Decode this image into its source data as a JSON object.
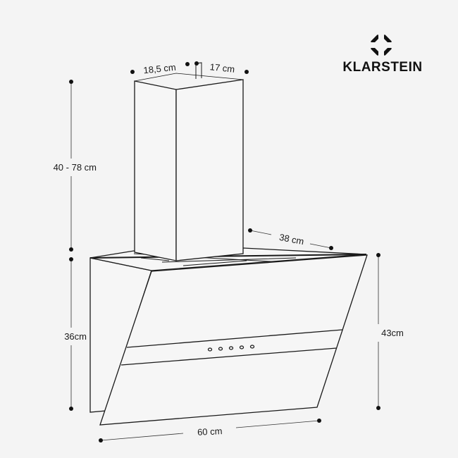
{
  "brand": {
    "name": "KLARSTEIN"
  },
  "dimensions": {
    "chimney_height": "40 - 78 cm",
    "body_height": "36cm",
    "total_front_height": "43cm",
    "chimney_width": "18,5 cm",
    "chimney_depth": "17 cm",
    "depth": "38 cm",
    "width": "60 cm"
  },
  "colors": {
    "background": "#f4f4f4",
    "line": "#1a1a1a"
  }
}
